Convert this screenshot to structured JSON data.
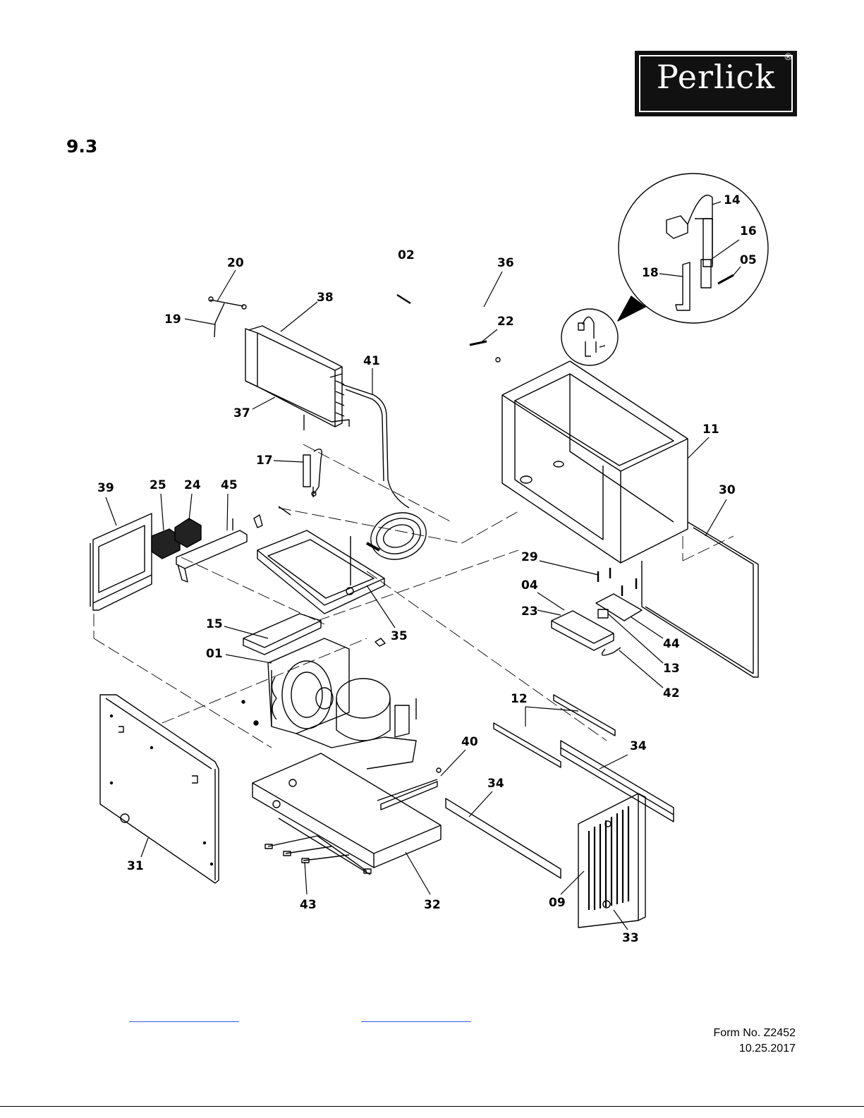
{
  "logo": {
    "text": "Perlick",
    "mark": "®"
  },
  "section_number": "9.3",
  "callouts": [
    {
      "id": "20",
      "text": "20"
    },
    {
      "id": "02",
      "text": "02"
    },
    {
      "id": "36",
      "text": "36"
    },
    {
      "id": "19",
      "text": "19"
    },
    {
      "id": "38",
      "text": "38"
    },
    {
      "id": "22",
      "text": "22"
    },
    {
      "id": "41",
      "text": "41"
    },
    {
      "id": "37",
      "text": "37"
    },
    {
      "id": "17",
      "text": "17"
    },
    {
      "id": "39",
      "text": "39"
    },
    {
      "id": "25",
      "text": "25"
    },
    {
      "id": "24",
      "text": "24"
    },
    {
      "id": "45",
      "text": "45"
    },
    {
      "id": "11",
      "text": "11"
    },
    {
      "id": "30",
      "text": "30"
    },
    {
      "id": "29",
      "text": "29"
    },
    {
      "id": "04",
      "text": "04"
    },
    {
      "id": "23",
      "text": "23"
    },
    {
      "id": "15",
      "text": "15"
    },
    {
      "id": "35",
      "text": "35"
    },
    {
      "id": "01",
      "text": "01"
    },
    {
      "id": "44",
      "text": "44"
    },
    {
      "id": "13",
      "text": "13"
    },
    {
      "id": "42",
      "text": "42"
    },
    {
      "id": "12",
      "text": "12"
    },
    {
      "id": "40",
      "text": "40"
    },
    {
      "id": "34a",
      "text": "34"
    },
    {
      "id": "34b",
      "text": "34"
    },
    {
      "id": "31",
      "text": "31"
    },
    {
      "id": "43",
      "text": "43"
    },
    {
      "id": "32",
      "text": "32"
    },
    {
      "id": "09",
      "text": "09"
    },
    {
      "id": "33",
      "text": "33"
    },
    {
      "id": "14",
      "text": "14"
    },
    {
      "id": "16",
      "text": "16"
    },
    {
      "id": "05",
      "text": "05"
    },
    {
      "id": "18",
      "text": "18"
    }
  ],
  "footer": {
    "form_number": "Form No. Z2452",
    "date": "10.25.2017"
  }
}
